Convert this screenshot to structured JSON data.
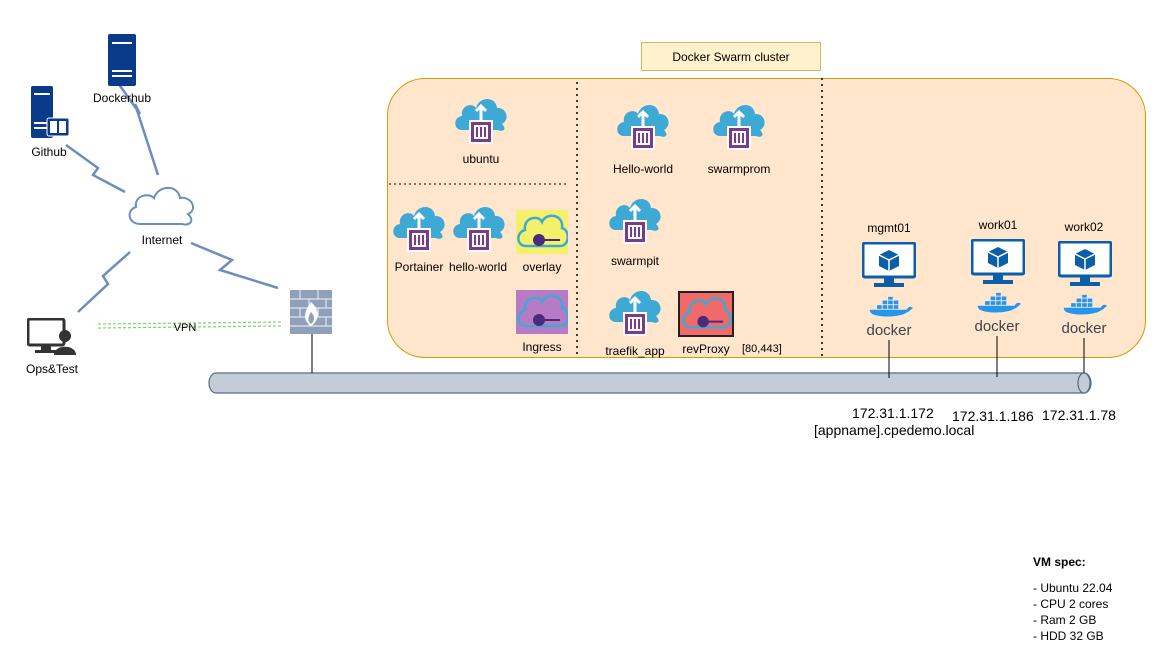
{
  "cluster": {
    "title": "Docker Swarm cluster"
  },
  "external": {
    "dockerhub": "Dockerhub",
    "github": "Github",
    "internet": "Internet",
    "ops": "Ops&Test",
    "vpn": "VPN"
  },
  "services": {
    "ubuntu": "ubuntu",
    "portainer": "Portainer",
    "hello_world_left": "hello-world",
    "overlay": "overlay",
    "ingress": "Ingress",
    "hello_world": "Hello-world",
    "swarmprom": "swarmprom",
    "swarmpit": "swarmpit",
    "traefik_app": "traefik_app",
    "rev_proxy": "revProxy",
    "ports": "[80,443]"
  },
  "nodes": [
    {
      "name": "mgmt01",
      "ip": "172.31.1.172",
      "docker": "docker"
    },
    {
      "name": "work01",
      "ip": "172.31.1.186",
      "docker": "docker"
    },
    {
      "name": "work02",
      "ip": "172.31.1.78",
      "docker": "docker"
    }
  ],
  "domain": "[appname].cpedemo.local",
  "vm_spec": {
    "title": "VM spec:",
    "items": [
      "- Ubuntu 22.04",
      "- CPU 2 cores",
      "- Ram 2 GB",
      "- HDD 32 GB"
    ]
  },
  "colors": {
    "cluster_fill": "#ffe6cc",
    "cluster_border": "#d79b00",
    "title_fill": "#fff2cc",
    "title_border": "#d6b656",
    "cloud_blue": "#3fa9d6",
    "container_purple": "#7a3b8a",
    "server_navy": "#0a3a8a",
    "monitor_blue": "#0b5ea8",
    "docker_blue": "#2496ed",
    "network_bar": "#c4ccd8"
  }
}
